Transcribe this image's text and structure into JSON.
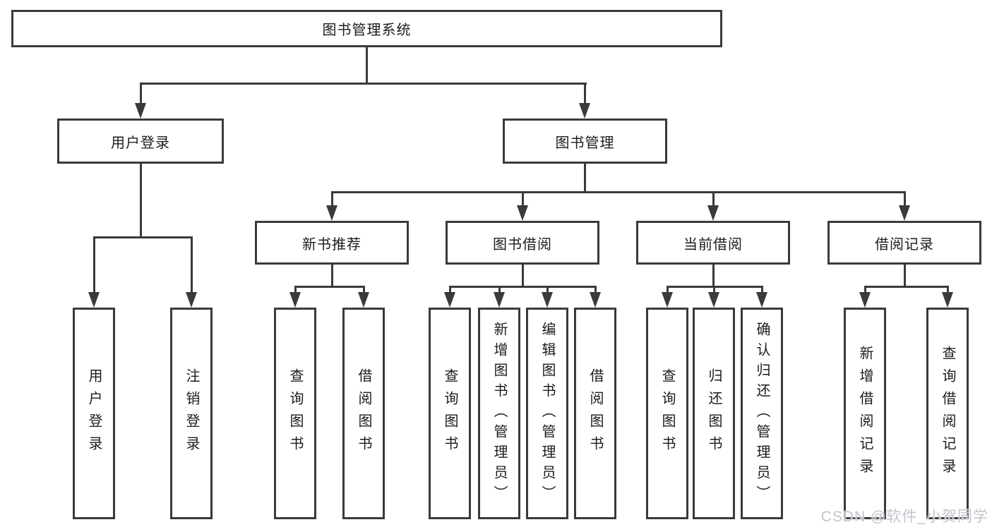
{
  "tree": {
    "label": "图书管理系统",
    "children": [
      {
        "label": "用户登录",
        "children": [
          {
            "label": "用户登录"
          },
          {
            "label": "注销登录"
          }
        ]
      },
      {
        "label": "图书管理",
        "children": [
          {
            "label": "新书推荐",
            "children": [
              {
                "label": "查询图书"
              },
              {
                "label": "借阅图书"
              }
            ]
          },
          {
            "label": "图书借阅",
            "children": [
              {
                "label": "查询图书"
              },
              {
                "label": "新增图书（管理员）"
              },
              {
                "label": "编辑图书（管理员）"
              },
              {
                "label": "借阅图书"
              }
            ]
          },
          {
            "label": "当前借阅",
            "children": [
              {
                "label": "查询图书"
              },
              {
                "label": "归还图书"
              },
              {
                "label": "确认归还（管理员）"
              }
            ]
          },
          {
            "label": "借阅记录",
            "children": [
              {
                "label": "新增借阅记录"
              },
              {
                "label": "查询借阅记录"
              }
            ]
          }
        ]
      }
    ]
  },
  "watermark": {
    "text": "CSDN @软件_小贺同学"
  },
  "colors": {
    "line": "#3a3a3a",
    "text": "#1c1c1c",
    "background": "#ffffff",
    "watermark": "#b9bec5"
  }
}
